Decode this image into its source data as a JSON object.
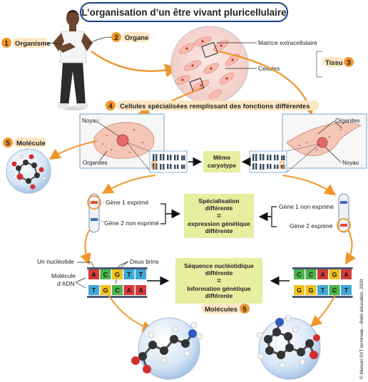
{
  "title": "L’organisation d’un être vivant pluricellulaire",
  "steps": {
    "organisme": {
      "num": "1",
      "label": "Organisme"
    },
    "organe": {
      "num": "2",
      "label": "Organe"
    },
    "tissu": {
      "num": "3",
      "label": "Tissu"
    },
    "cellules": {
      "num": "4",
      "label": "Cellules spécialisées remplissant des fonctions différentes"
    },
    "molecule": {
      "num": "5",
      "label": "Molécule"
    },
    "molecules": {
      "num": "5",
      "label": "Molécules"
    }
  },
  "tissue_labels": {
    "matrice": "Matrice extracellulaire",
    "cellules": "Cellules"
  },
  "cell_left": {
    "noyau": "Noyau",
    "organites": "Organites"
  },
  "cell_right": {
    "organites": "Organites",
    "noyau": "Noyau"
  },
  "caryotype_box": {
    "line1": "Même",
    "line2": "caryotype"
  },
  "genes_left": {
    "g1": "Gène 1 exprimé",
    "g2": "Gène 2 non exprimé"
  },
  "genes_right": {
    "g1": "Gène 1 non exprimé",
    "g2": "Gène 2 exprimé"
  },
  "specialisation_box": {
    "l1": "Spécialisation",
    "l2": "différente",
    "eq": "=",
    "l3": "expression génétique",
    "l4": "différente"
  },
  "dna_labels": {
    "nucleotide": "Un nucléotide",
    "deux_brins": "Deux brins",
    "molecule_adn_1": "Molécule",
    "molecule_adn_2": "d’ADN"
  },
  "dna_left": {
    "top": [
      "A",
      "C",
      "G",
      "T",
      "T"
    ],
    "bottom": [
      "T",
      "G",
      "C",
      "A",
      "A"
    ]
  },
  "dna_right": {
    "top": [
      "C",
      "C",
      "A",
      "G",
      "A"
    ],
    "bottom": [
      "G",
      "G",
      "T",
      "C",
      "T"
    ]
  },
  "sequence_box": {
    "l1": "Séquence nucléotidique",
    "l2": "différente",
    "eq": "=",
    "l3": "Information génétique",
    "l4": "différente"
  },
  "copyright": "© Manuel SVT terminale – Belin éducation, 2020",
  "colors": {
    "orange": "#f0962a",
    "orange_dark": "#e8841a",
    "title_border": "#1d3f8a",
    "green_box": "#e6eea0",
    "frame_blue": "#8ab4d6",
    "base_A": "#d63a3a",
    "base_T": "#3fa9d6",
    "base_G": "#f2c21b",
    "base_C": "#4cb34c"
  }
}
